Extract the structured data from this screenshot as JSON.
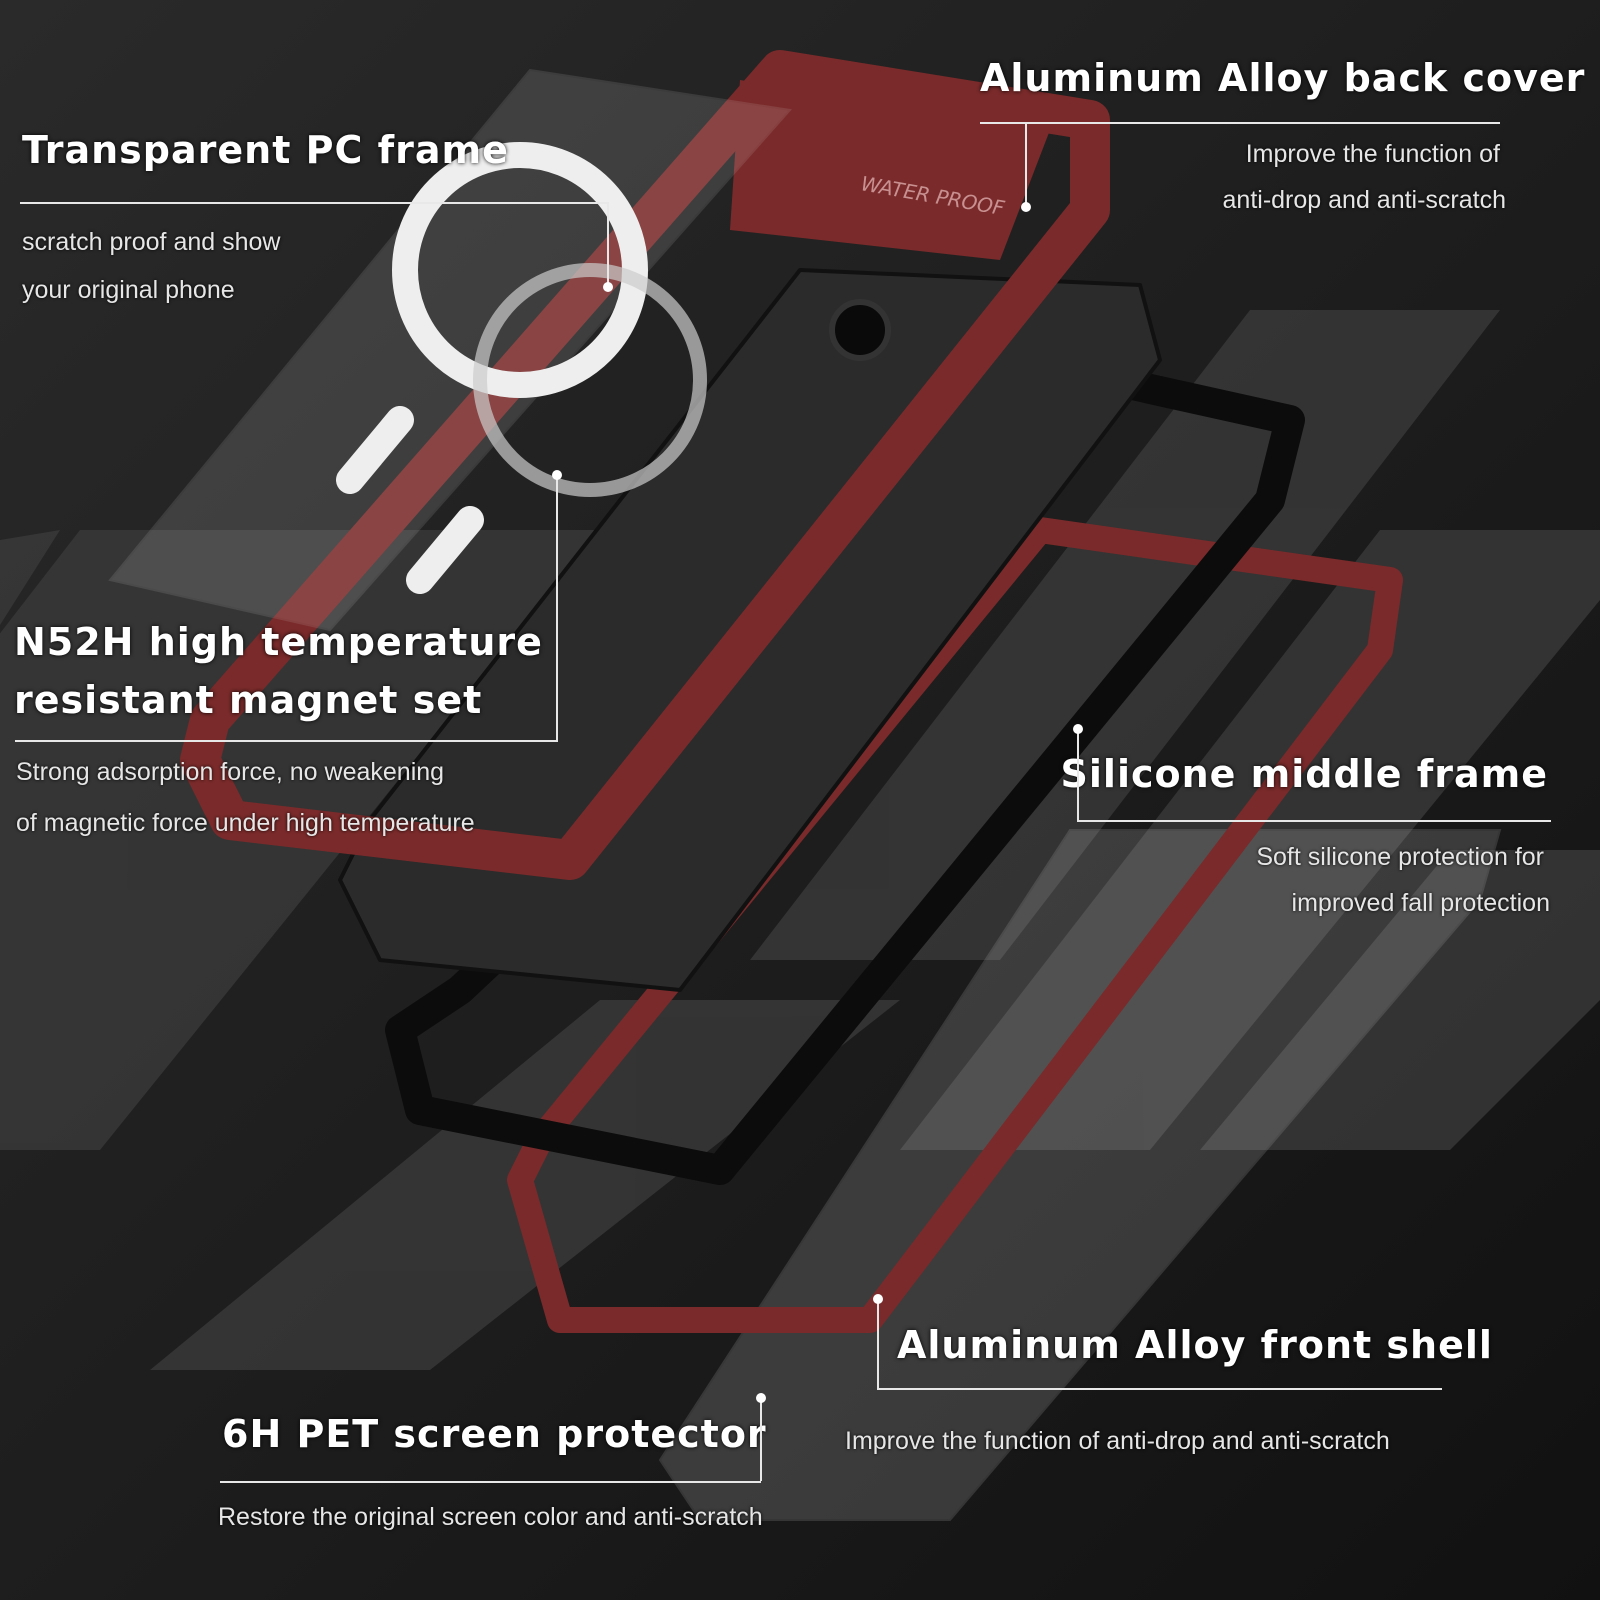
{
  "colors": {
    "background": "#1b1b1b",
    "stripe": "#3a3a3a",
    "frame_red": "#7a2a2a",
    "text": "#ffffff"
  },
  "product_marking": "WATER PROOF",
  "callouts": {
    "back_cover": {
      "title": "Aluminum Alloy back cover",
      "lines": [
        "Improve the function of",
        "anti-drop and anti-scratch"
      ]
    },
    "pc_frame": {
      "title": "Transparent PC frame",
      "lines": [
        "scratch proof and show",
        "your original phone"
      ]
    },
    "magnet": {
      "title_lines": [
        "N52H high temperature",
        "resistant magnet set"
      ],
      "lines": [
        "Strong adsorption force, no weakening",
        "of magnetic force under high temperature"
      ]
    },
    "silicone": {
      "title": "Silicone middle frame",
      "lines": [
        "Soft silicone protection for",
        "improved fall protection"
      ]
    },
    "front_shell": {
      "title": "Aluminum Alloy front shell",
      "lines": [
        "Improve the function of anti-drop and anti-scratch"
      ]
    },
    "screen": {
      "title": "6H PET screen protector",
      "lines": [
        "Restore the original screen color and anti-scratch"
      ]
    }
  }
}
